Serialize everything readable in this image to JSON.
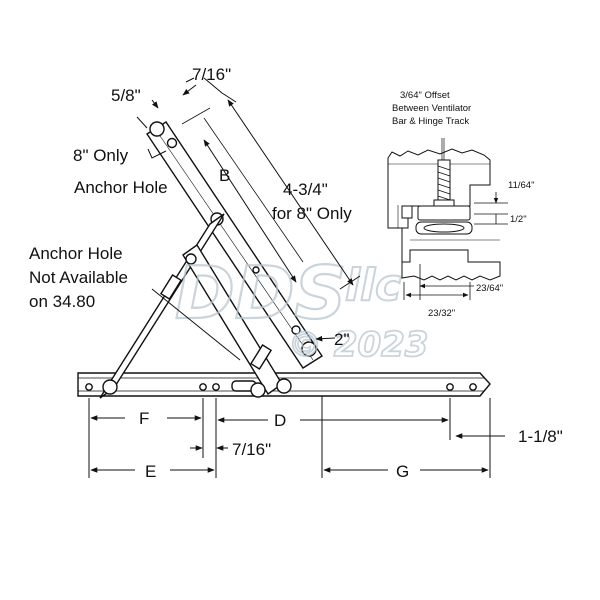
{
  "colors": {
    "ink": "#111111",
    "watermark": "#b9c6cf"
  },
  "watermark": {
    "brand": "DDS",
    "suffix": "llc",
    "year": "© 2023"
  },
  "labels": {
    "five_eighths": "5/8\"",
    "seven_sixteenths_top": "7/16\"",
    "eight_only": "8\" Only",
    "anchor_hole": "Anchor Hole",
    "b": "B",
    "four_three_quarters": "4-3/4\"",
    "for_eight_only": "for 8\" Only",
    "anchor_na_1": "Anchor Hole",
    "anchor_na_2": "Not Available",
    "anchor_na_3": "on 34.80",
    "two_inch": "2\"",
    "f": "F",
    "d": "D",
    "seven_sixteenths_bottom": "7/16\"",
    "one_one_eighth": "1-1/8\"",
    "e": "E",
    "g": "G"
  },
  "detail": {
    "title_1": "3/64\" Offset",
    "title_2": "Between Ventilator",
    "title_3": "Bar & Hinge Track",
    "dim_1": "11/64\"",
    "dim_2": "1/2\"",
    "dim_3": "23/64\"",
    "dim_4": "23/32\""
  }
}
